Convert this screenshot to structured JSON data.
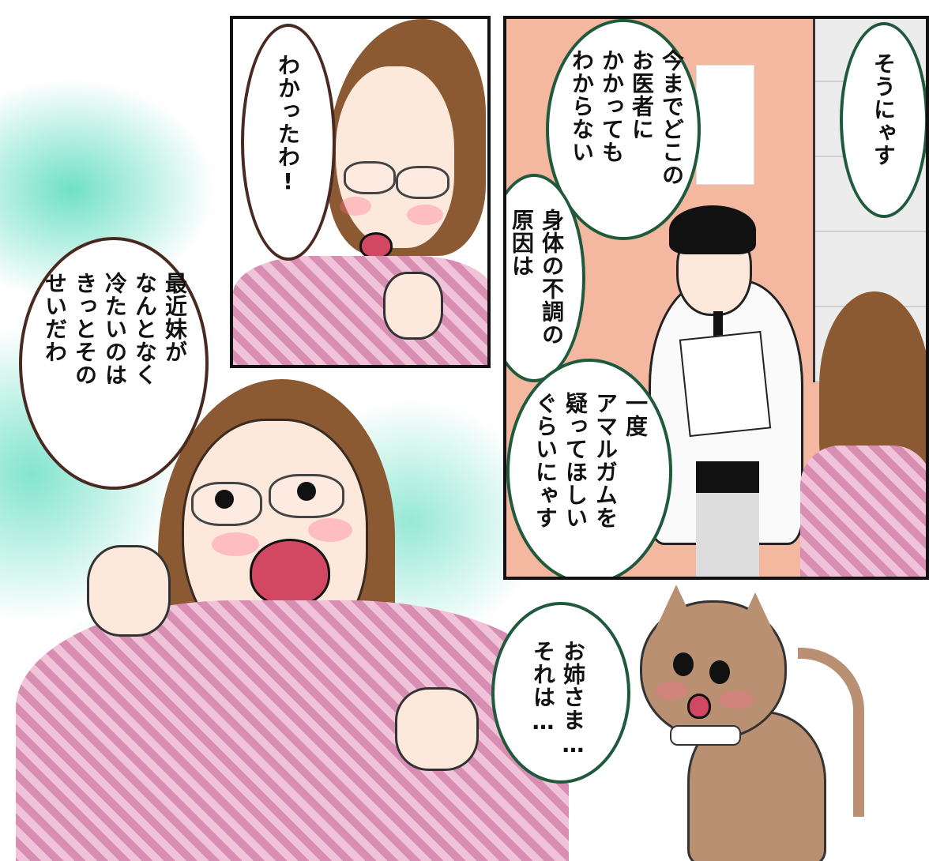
{
  "panels": {
    "top_center": {
      "bubble_text": "わかったわ!"
    },
    "clinic": {
      "bubble_cat": "そうにゃす",
      "bubble_history": "今までどこの\nお医者に\nかかっても\nわからない",
      "bubble_cause": "身体の不調の\n原因は",
      "bubble_amalgam": "一度\nアマルガムを\n疑ってほしい\nぐらいにゃす"
    },
    "large_left": {
      "bubble_text": "最近妹が\nなんとなく\n冷たいのは\nきっとその\nせいだわ"
    },
    "bottom_right": {
      "bubble_text": "お姉さま…\nそれは…"
    }
  },
  "colors": {
    "bubble_border": "#1f5a3c",
    "clinic_bg": "#f4b79f",
    "hair": "#8b5a32",
    "mint_glow": "#40d6b4",
    "cat_fur": "#b99172"
  },
  "icons": {
    "cat_collar": "tooth-collar-icon"
  }
}
